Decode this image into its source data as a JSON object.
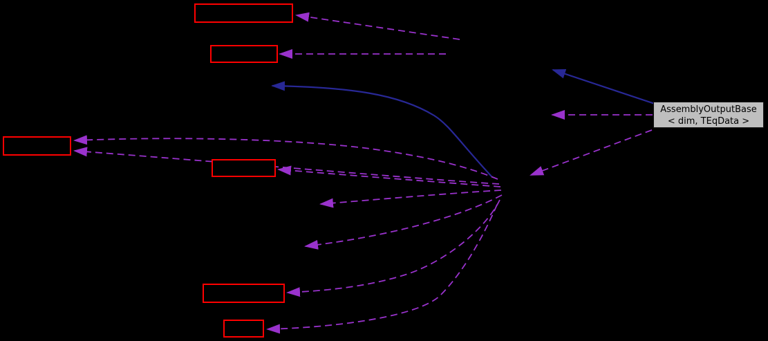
{
  "diagram": {
    "type": "collaboration-graph",
    "background_color": "#000000",
    "main_node": {
      "label_line1": "AssemblyOutputBase",
      "label_line2": "< dim, TEqData >",
      "fill_color": "#bfbfbf",
      "text_color": "#000000"
    },
    "truncated_nodes": [
      {
        "id": "top",
        "label": ""
      },
      {
        "id": "upper",
        "label": ""
      },
      {
        "id": "far-left",
        "label": ""
      },
      {
        "id": "middle",
        "label": ""
      },
      {
        "id": "bottom",
        "label": ""
      },
      {
        "id": "bottom-small",
        "label": ""
      }
    ],
    "colors": {
      "truncated_node_border": "#ff0000",
      "usage_edge_dashed": "#9932cc",
      "inheritance_edge_solid": "#282896"
    }
  }
}
